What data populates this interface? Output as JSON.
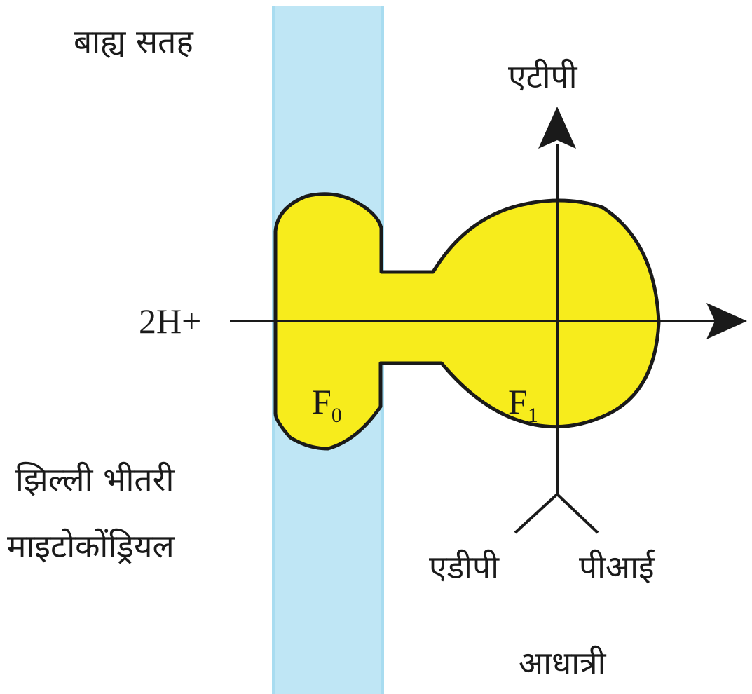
{
  "labels": {
    "outer_surface": "बाह्य सतह",
    "atp": "एटीपी",
    "proton": "2H+",
    "f0_main": "F",
    "f0_sub": "0",
    "f1_main": "F",
    "f1_sub": "1",
    "inner_membrane_line1": "झिल्ली भीतरी",
    "inner_membrane_line2": "माइटोकोंड्रियल",
    "adp": "एडीपी",
    "pi": "पीआई",
    "matrix": "आधात्री"
  },
  "colors": {
    "membrane": "#bfe6f5",
    "membrane_edge": "#9fd6ee",
    "complex_fill": "#f7ec1c",
    "outline": "#1a1a1a"
  }
}
